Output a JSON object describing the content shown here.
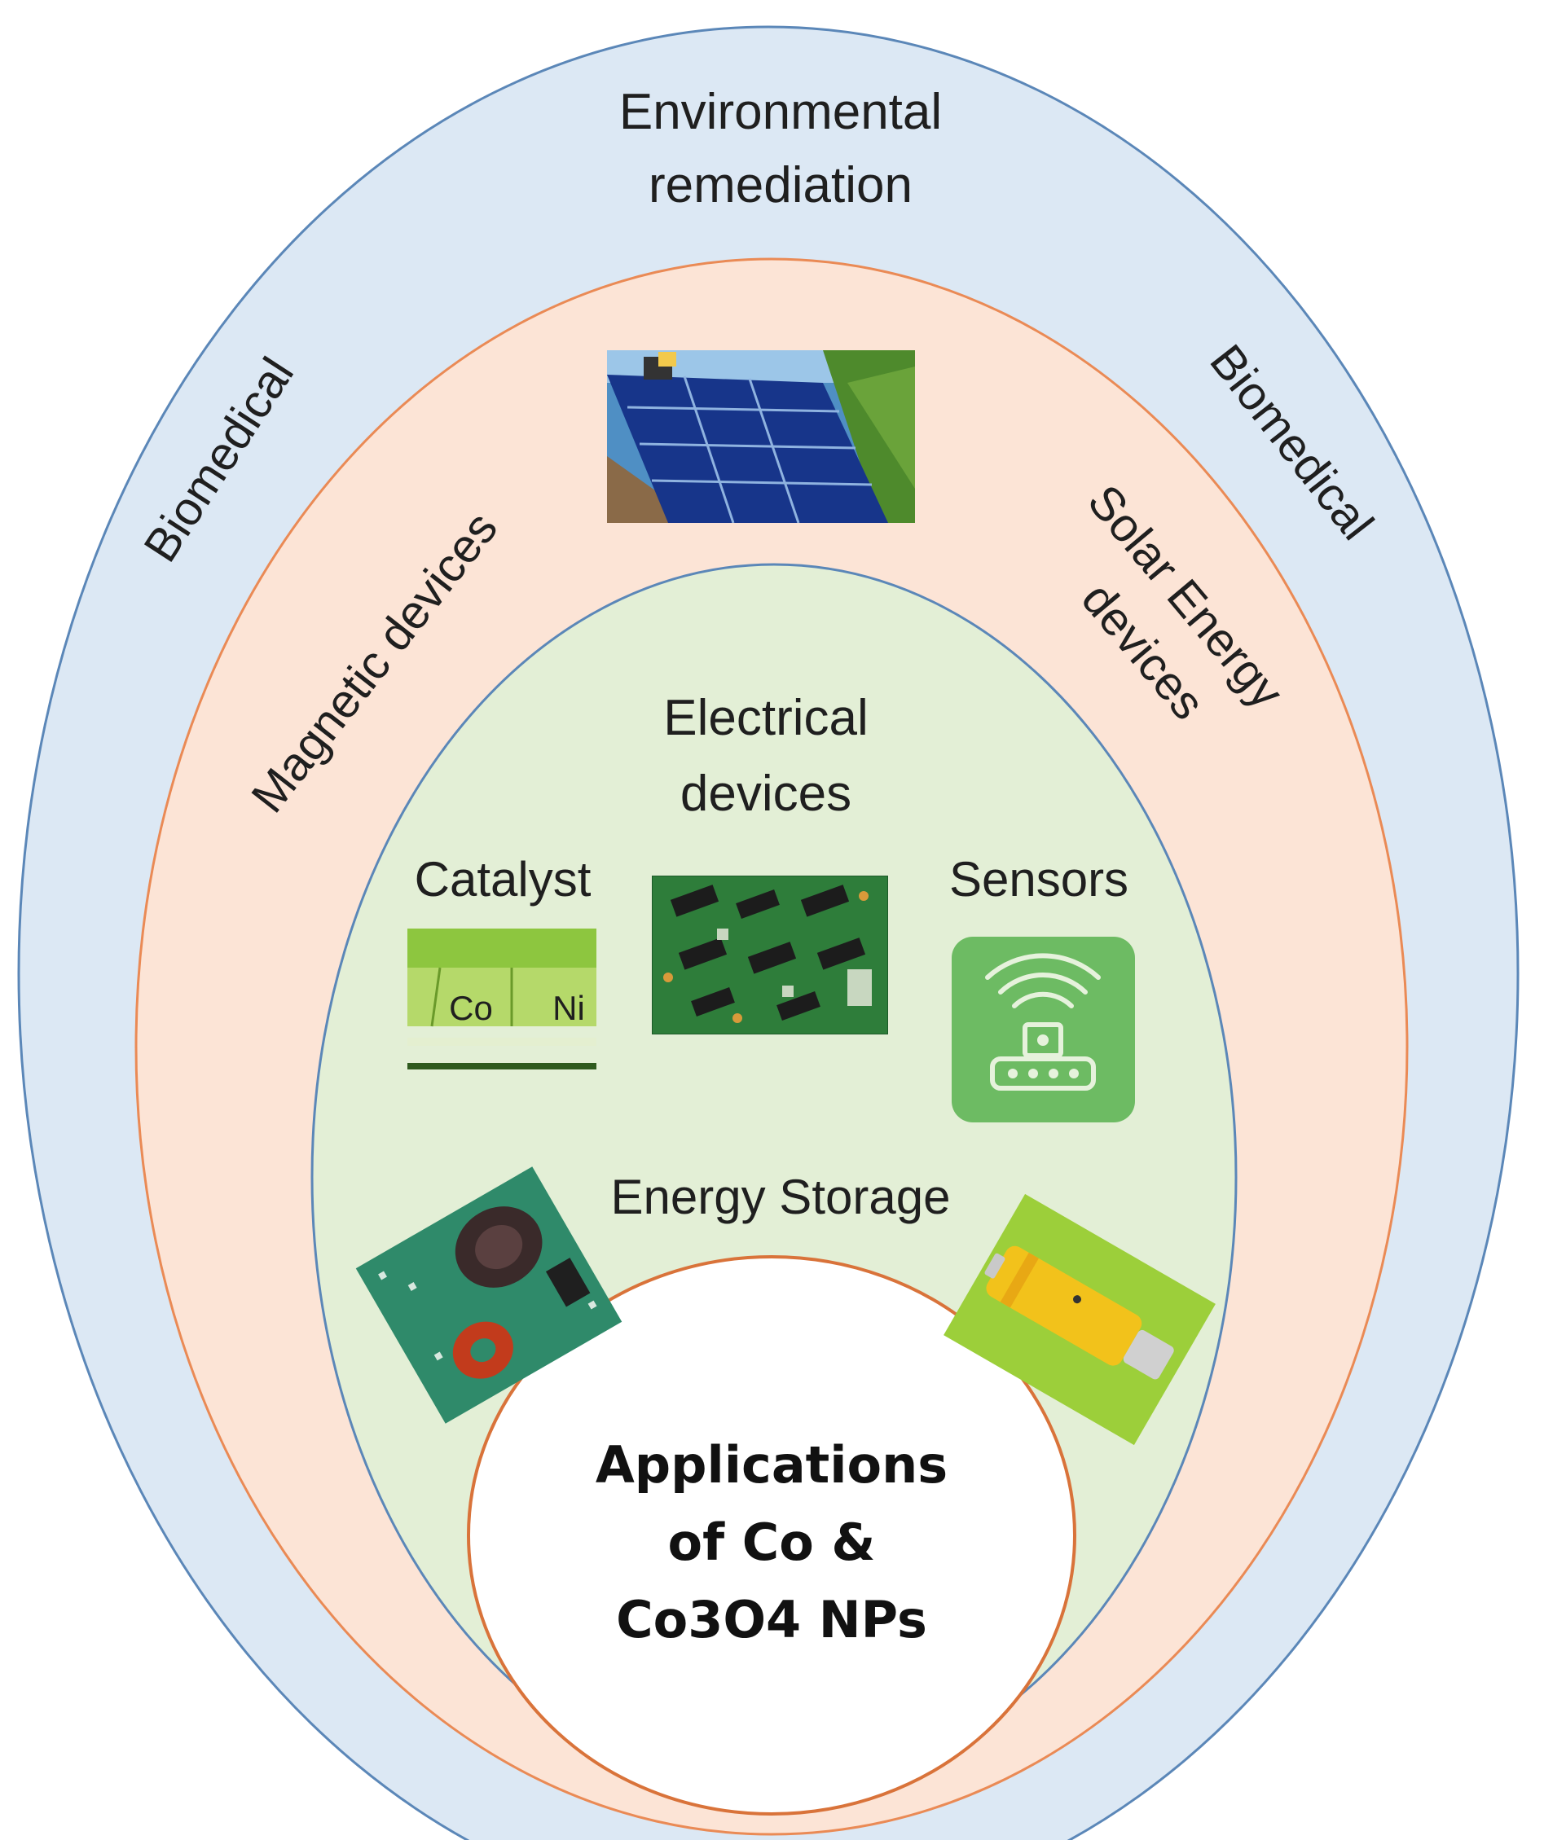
{
  "colors": {
    "outer_fill": "#dce8f4",
    "outer_stroke": "#5b87b8",
    "middle_fill": "#fce4d6",
    "middle_stroke": "#ea8a55",
    "inner_fill": "#e3efd6",
    "inner_stroke": "#5b87b8",
    "center_fill": "#ffffff",
    "center_stroke": "#d9733a"
  },
  "outer_ring": {
    "top_label_line1": "Environmental",
    "top_label_line2": "remediation",
    "left_label": "Biomedical",
    "right_label": "Biomedical"
  },
  "middle_ring": {
    "left_label": "Magnetic devices",
    "right_label_line1": "Solar Energy",
    "right_label_line2": "devices",
    "image_icon": "solar-panels-photo"
  },
  "inner_ring": {
    "top_label_line1": "Electrical",
    "top_label_line2": "devices",
    "catalyst_label": "Catalyst",
    "sensors_label": "Sensors",
    "storage_label": "Energy Storage",
    "catalyst_icon": {
      "cell_1": "Co",
      "cell_2": "Ni"
    },
    "circuit_icon": "circuit-board-photo",
    "sensor_icon": "wireless-sensor-icon",
    "inductor_icon": "inductor-board-photo",
    "battery_icon": "battery-photo"
  },
  "center": {
    "line1": "Applications",
    "line2": "of Co &",
    "line3": "Co3O4 NPs"
  }
}
